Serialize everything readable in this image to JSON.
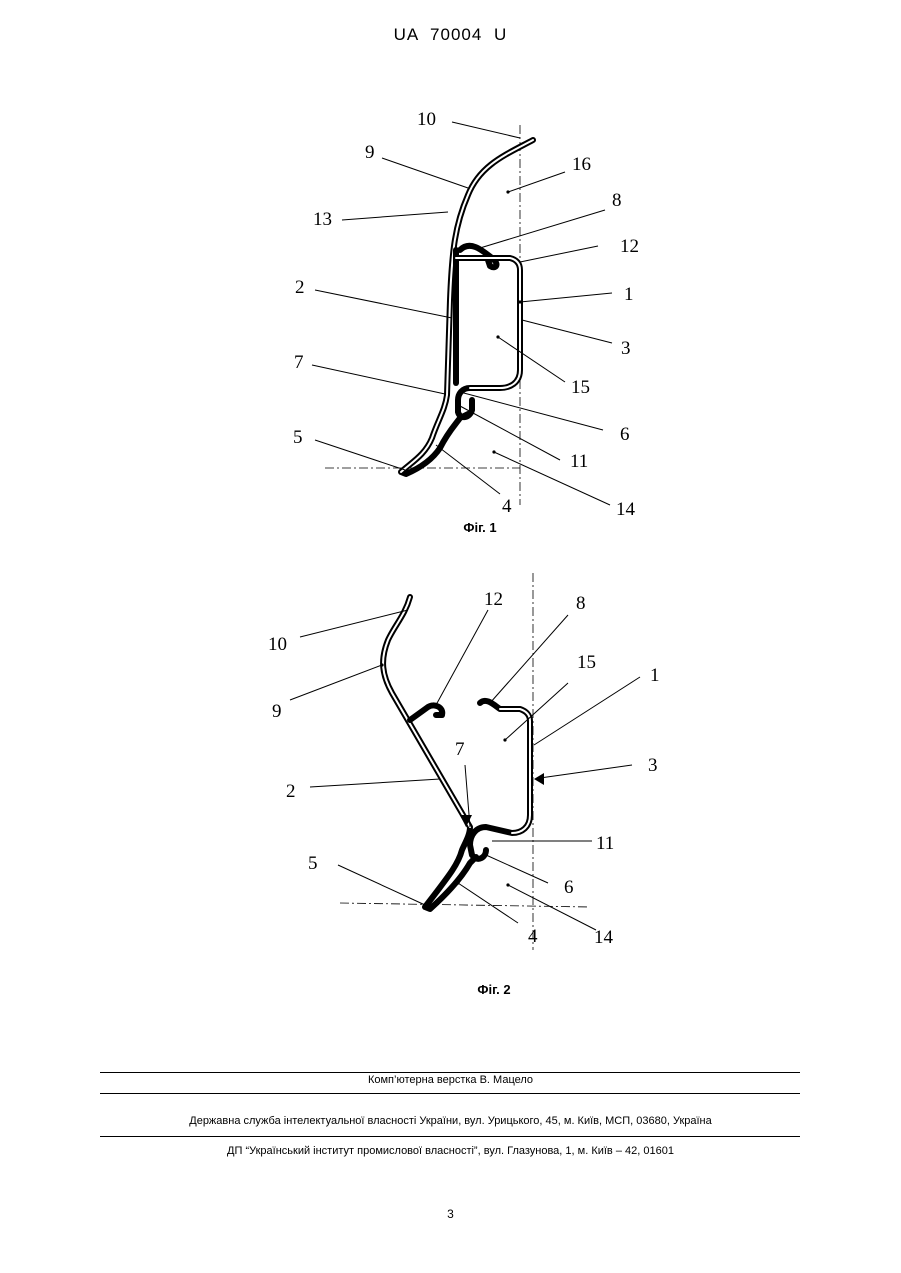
{
  "header": {
    "doc_id": "UA   70004   U"
  },
  "figure1": {
    "caption": "Фіг. 1",
    "labels": {
      "l1": "1",
      "l2": "2",
      "l3": "3",
      "l4": "4",
      "l5": "5",
      "l6": "6",
      "l7": "7",
      "l8": "8",
      "l9": "9",
      "l10": "10",
      "l11": "11",
      "l12": "12",
      "l13": "13",
      "l14": "14",
      "l15": "15",
      "l16": "16"
    }
  },
  "figure2": {
    "caption": "Фіг. 2",
    "labels": {
      "l1": "1",
      "l2": "2",
      "l3": "3",
      "l4": "4",
      "l5": "5",
      "l6": "6",
      "l7": "7",
      "l8": "8",
      "l9": "9",
      "l10": "10",
      "l11": "11",
      "l12": "12",
      "l14": "14",
      "l15": "15"
    }
  },
  "footer": {
    "layout_credit": "Комп’ютерна верстка В. Мацело",
    "agency": "Державна служба інтелектуальної власності України, вул. Урицького, 45, м. Київ, МСП, 03680, Україна",
    "publisher": "ДП “Український інститут промислової власності”, вул. Глазунова, 1, м. Київ – 42, 01601"
  },
  "page_number": "3"
}
